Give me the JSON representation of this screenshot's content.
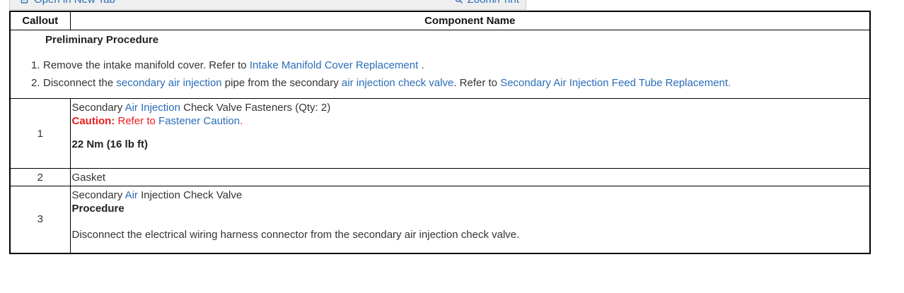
{
  "colors": {
    "link_blue": "#2a6db8",
    "caution_red": "#ea1c1c",
    "toolbar_bg": "#efefef",
    "table_border": "#000000",
    "body_text": "#333333"
  },
  "toolbar": {
    "open_in_new_tab_label": "Open in New Tab",
    "zoom_print_label": "Zoom/Print"
  },
  "table": {
    "header": {
      "callout": "Callout",
      "component_name": "Component Name"
    },
    "preliminary": {
      "title": "Preliminary Procedure",
      "steps": [
        {
          "num": "1.",
          "segments": [
            {
              "t": "Remove the intake manifold cover. Refer to ",
              "s": "plain"
            },
            {
              "t": "Intake Manifold Cover Replacement",
              "s": "link"
            },
            {
              "t": " .",
              "s": "plain"
            }
          ]
        },
        {
          "num": "2.",
          "segments": [
            {
              "t": "Disconnect the ",
              "s": "plain"
            },
            {
              "t": "secondary air injection",
              "s": "link"
            },
            {
              "t": " pipe from the secondary ",
              "s": "plain"
            },
            {
              "t": "air injection check valve",
              "s": "link"
            },
            {
              "t": ". Refer to ",
              "s": "plain"
            },
            {
              "t": "Secondary Air Injection Feed Tube Replacement.",
              "s": "link"
            }
          ]
        }
      ]
    },
    "rows": [
      {
        "callout": "1",
        "line1": [
          {
            "t": "Secondary ",
            "s": "plain"
          },
          {
            "t": "Air Injection",
            "s": "link"
          },
          {
            "t": " Check Valve Fasteners (Qty: 2)",
            "s": "plain"
          }
        ],
        "line2": [
          {
            "t": "Caution:",
            "s": "redbold"
          },
          {
            "t": " Refer to ",
            "s": "red"
          },
          {
            "t": "Fastener Caution",
            "s": "link"
          },
          {
            "t": ".",
            "s": "red"
          }
        ],
        "line3": [
          {
            "t": "22 Nm (16 lb ft)",
            "s": "bold"
          }
        ]
      },
      {
        "callout": "2",
        "line1": [
          {
            "t": "Gasket",
            "s": "plain"
          }
        ]
      },
      {
        "callout": "3",
        "line1": [
          {
            "t": "Secondary ",
            "s": "plain"
          },
          {
            "t": "Air",
            "s": "link"
          },
          {
            "t": " Injection Check Valve",
            "s": "plain"
          }
        ],
        "line2": [
          {
            "t": "Procedure",
            "s": "bold"
          }
        ],
        "line3": [
          {
            "t": "Disconnect the electrical wiring harness connector from the secondary air injection check valve.",
            "s": "plain"
          }
        ]
      }
    ]
  }
}
